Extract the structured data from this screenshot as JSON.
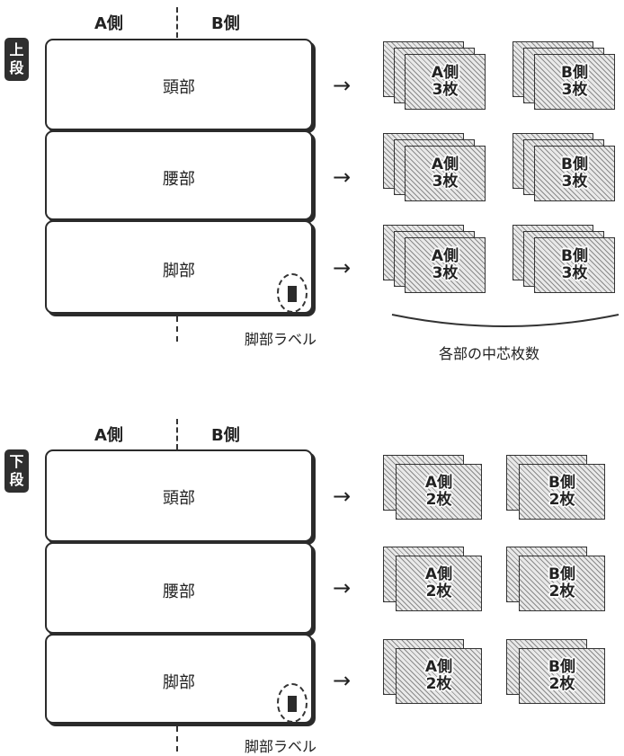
{
  "sections": [
    {
      "tier": [
        "上",
        "段"
      ],
      "a_side": "A側",
      "b_side": "B側",
      "parts": [
        "頭部",
        "腰部",
        "脚部"
      ],
      "sheets": [
        {
          "a_line1": "A側",
          "a_line2": "3枚",
          "b_line1": "B側",
          "b_line2": "3枚"
        },
        {
          "a_line1": "A側",
          "a_line2": "3枚",
          "b_line1": "B側",
          "b_line2": "3枚"
        },
        {
          "a_line1": "A側",
          "a_line2": "3枚",
          "b_line1": "B側",
          "b_line2": "3枚"
        }
      ],
      "foot_label": "脚部ラベル",
      "brace_caption": "各部の中芯枚数"
    },
    {
      "tier": [
        "下",
        "段"
      ],
      "a_side": "A側",
      "b_side": "B側",
      "parts": [
        "頭部",
        "腰部",
        "脚部"
      ],
      "sheets": [
        {
          "a_line1": "A側",
          "a_line2": "2枚",
          "b_line1": "B側",
          "b_line2": "2枚"
        },
        {
          "a_line1": "A側",
          "a_line2": "2枚",
          "b_line1": "B側",
          "b_line2": "2枚"
        },
        {
          "a_line1": "A側",
          "a_line2": "2枚",
          "b_line1": "B側",
          "b_line2": "2枚"
        }
      ],
      "foot_label": "脚部ラベル"
    }
  ],
  "arrow_glyph": "→",
  "icons": [
    "right-arrow-icon",
    "label-marker-icon",
    "stacked-sheets-icon"
  ]
}
